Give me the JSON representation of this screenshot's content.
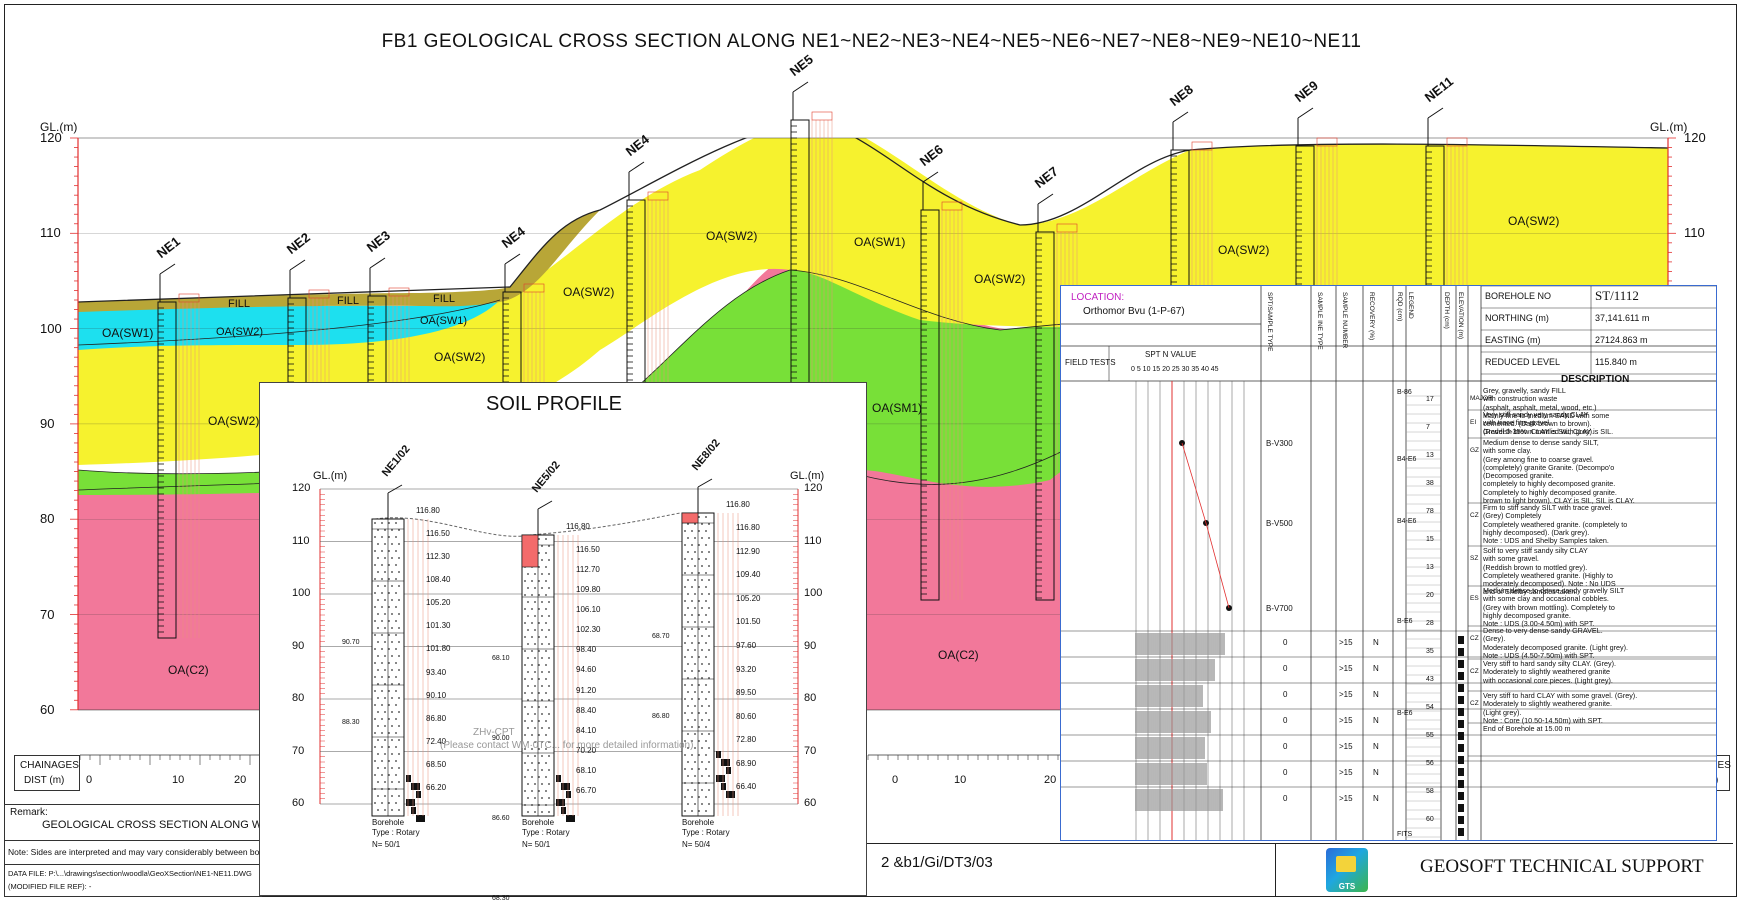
{
  "title": "FB1   GEOLOGICAL CROSS SECTION ALONG   NE1~NE2~NE3~NE4~NE5~NE6~NE7~NE8~NE9~NE10~NE11",
  "axis": {
    "left_label": "GL.(m)",
    "right_label": "GL.(m)",
    "ticks": [
      "120",
      "110",
      "100",
      "90",
      "80",
      "70",
      "60"
    ]
  },
  "boreholes": [
    "NE1",
    "NE2",
    "NE3",
    "NE4",
    "NE4",
    "NE5",
    "NE6",
    "NE7",
    "NE8",
    "NE9",
    "NE11"
  ],
  "layers": {
    "fill": "FILL",
    "oa_sw1": "OA(SW1)",
    "oa_sw2": "OA(SW2)",
    "oa_sm1": "OA(SM1)",
    "oa_c2": "OA(C2)"
  },
  "chainages": {
    "label1": "CHAINAGES",
    "label2": "DIST (m)",
    "ticks_left": [
      "0",
      "10",
      "20"
    ],
    "ticks_mid": [
      "0",
      "10",
      "20"
    ],
    "tick_right": "0"
  },
  "remark": {
    "label": "Remark:",
    "text": "GEOLOGICAL CROSS SECTION ALONG WOODLA",
    "note": "Note: Sides are interpreted and may vary considerably between borehole.",
    "data_file": "DATA FILE: P:\\...\\drawings\\section\\woodla\\GeoXSection\\NE1-NE11.DWG",
    "modified": "(MODIFIED FILE REF): -"
  },
  "drawing_no": "2  &b1/Gi/DT3/03",
  "company": "GEOSOFT TECHNICAL SUPPORT",
  "logo_text": "GTS",
  "soil_profile": {
    "title": "SOIL  PROFILE",
    "gl": "GL.(m)",
    "ticks": [
      "120",
      "110",
      "100",
      "90",
      "80",
      "70",
      "60"
    ],
    "boreholes": [
      {
        "name": "NE1/02",
        "top": "116.80",
        "levels": [
          "116.50",
          "112.30",
          "108.40",
          "105.20",
          "101.30",
          "101.80",
          "93.40",
          "90.10",
          "86.80",
          "72.40",
          "68.50",
          "66.20"
        ],
        "side": [
          "90.70",
          "88.30"
        ],
        "type_label": "Borehole",
        "type": "Type  :  Rotary",
        "n": "N=  50/1"
      },
      {
        "name": "NE5/02",
        "top": "116.80",
        "levels": [
          "116.50",
          "112.70",
          "109.80",
          "106.10",
          "102.30",
          "98.40",
          "94.60",
          "91.20",
          "88.40",
          "84.10",
          "70.20",
          "68.10",
          "66.70"
        ],
        "side": [
          "68.10",
          "90.00",
          "86.60",
          "68.30"
        ],
        "type_label": "Borehole",
        "type": "Type  :  Rotary",
        "n": "N=  50/1"
      },
      {
        "name": "NE8/02",
        "top": "116.80",
        "levels": [
          "116.80",
          "112.90",
          "109.40",
          "105.20",
          "101.50",
          "97.60",
          "93.20",
          "89.50",
          "80.60",
          "72.80",
          "68.90",
          "66.40"
        ],
        "side": [
          "68.70",
          "86.80"
        ],
        "type_label": "Borehole",
        "type": "Type  :  Rotary",
        "n": "N=  50/4"
      }
    ],
    "watermark1": "ZHv-CPT",
    "watermark2": "(Please contact WM·0TC... for more detailed information)"
  },
  "log": {
    "location_label": "LOCATION:",
    "location": "Orthomor Bvu (1-P-67)",
    "field_tests": "FIELD TESTS",
    "spt_title": "SPT N VALUE",
    "spt_ticks": "0  5 10 15 20 25 30 35 40 45",
    "col_heads": [
      "SPT/SAMPLE TYPE",
      "SAMPLE INE TYPE",
      "SAMPLE NUMBER",
      "RECOVERY (%)",
      "RQD (cm)",
      "LEGEND",
      "DEPTH (cm)",
      "ELEVATION (m)"
    ],
    "borehole_no_label": "BOREHOLE NO",
    "borehole_no": "ST/1112",
    "northing_label": "NORTHING  (m)",
    "northing": "37,141.611 m",
    "easting_label": "EASTING  (m)",
    "easting": "27124.863 m",
    "rl_label": "REDUCED LEVEL",
    "rl": "115.840 m",
    "description_head": "DESCRIPTION",
    "samples": [
      "B-V300",
      "B-V500",
      "B-V700"
    ],
    "rows": [
      {
        "v": "0",
        "n": ">15",
        "t": "N"
      },
      {
        "v": "0",
        "n": ">15",
        "t": "N"
      },
      {
        "v": "0",
        "n": ">15",
        "t": "N"
      },
      {
        "v": "0",
        "n": ">15",
        "t": "N"
      },
      {
        "v": "0",
        "n": ">15",
        "t": "N"
      },
      {
        "v": "0",
        "n": ">15",
        "t": "N"
      },
      {
        "v": "0",
        "n": ">15",
        "t": "N"
      }
    ],
    "codes": [
      "MAJOR",
      "EI",
      "GZ",
      "CZ",
      "SZ",
      "ES",
      "CZ",
      "CZ",
      "CZ"
    ],
    "descriptions": [
      "Grey, gravelly, sandy FILL\nwith construction waste\n(asphalt, asphalt, metal, wood, etc.)\nMainly fine to medium SAND with some\ncemented. (Dark brown to brown).\nGravel 5-35%. CLAY is SIL, CLAY is SIL.",
      "Very stiff sandy very sandy CLAY\nwith trace fine gravel.\n(Reddish brown mottled with grey).",
      "Medium dense to dense sandy SILT,\nwith some clay.\n(Grey among fine to coarse gravel.\n(completely) granite Granite. (Decompo'o\n(Decomposed granite.\ncompletely to highly decomposed granite.\nCompletely to highly decomposed granite.\nbrown to light brown). CLAY is SIL, SIL is CLAY.",
      "Firm to stiff sandy SILT with trace gravel.\n(Grey) Completely\nCompletely weathered granite. (completely to\nhighly decomposed). (Dark grey).\nNote : UDS and Shelby Samples taken.",
      "Solf to very stiff sandy silty CLAY\nwith some gravel.\n(Reddish brown to mottled grey).\nCompletely weathered granite. (Highly to\nmoderately decomposed). Note : No UDS\nand of Shelby samples taken.",
      "Medium dense to dense sandy gravelly SILT\nwith some clay and occasional cobbles.\n(Grey with brown mottling). Completely to\nhighly decomposed granite.\nNote : UDS (3.00-4.50m) with SPT.",
      "Dense to very dense sandy GRAVEL.\n(Grey).\nModerately decomposed granite. (Light grey).\nNote : UDS (4.50-7.50m) with SPT.",
      "Very stiff to hard sandy silty CLAY. (Grey).\nModerately to slightly weathered granite\nwith occasional core pieces. (Light grey).",
      "Very stiff to hard CLAY with some gravel. (Grey).\nModerately to slightly weathered granite.\n(Light grey).\nNote : Core (10.50-14.50m) with SPT.\nEnd of Borehole at 15.00 m"
    ],
    "depth_vals": [
      "17",
      "7",
      "13",
      "38",
      "78",
      "15",
      "13",
      "20",
      "28",
      "35",
      "43",
      "54",
      "55",
      "56",
      "58",
      "60"
    ],
    "ref_vals": [
      "B-86",
      "B4-E6",
      "B4-E6",
      "B-E6",
      "B-E6",
      "FITS"
    ]
  }
}
